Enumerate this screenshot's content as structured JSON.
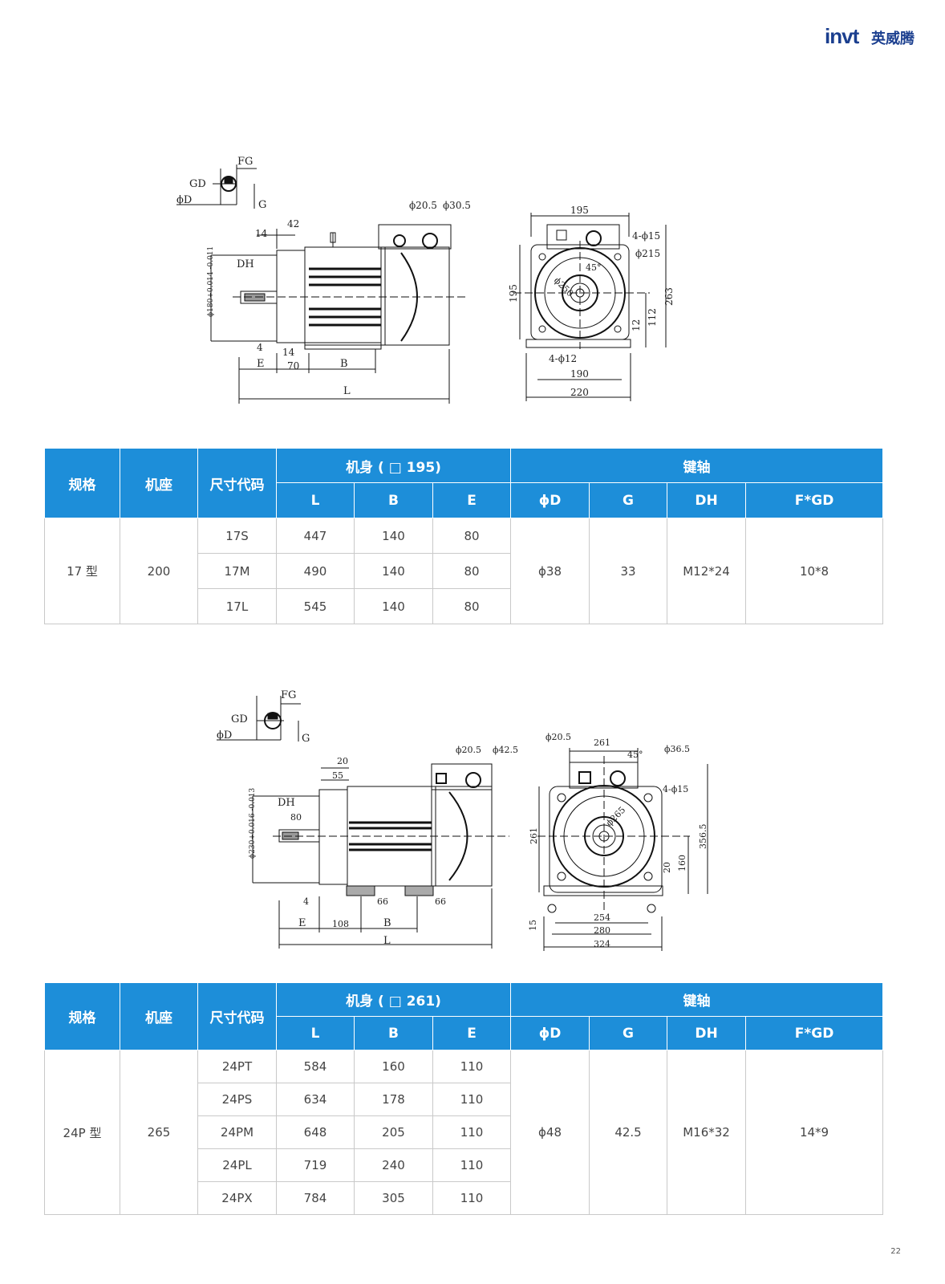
{
  "brand": {
    "latin": "invt",
    "chinese": "英威腾"
  },
  "drawing1": {
    "top_labels": [
      "FG",
      "GD",
      "ϕD",
      "G",
      "ϕ20.5",
      "ϕ30.5",
      "42",
      "14",
      "DH",
      "ϕ180+0.014 -0.011"
    ],
    "dims": {
      "d4": "4",
      "d14": "14",
      "d70": "70",
      "E": "E",
      "B": "B",
      "L": "L"
    },
    "front": {
      "w195": "195",
      "h195": "195",
      "n4phi15": "4-ϕ15",
      "phi215": "ϕ215",
      "phi250": "ϕ250",
      "a45": "45°",
      "h263": "263",
      "h12": "12",
      "h112": "112",
      "n4phi12": "4-ϕ12",
      "w190": "190",
      "w220": "220"
    }
  },
  "table1": {
    "headers": {
      "spec": "规格",
      "frame": "机座",
      "code": "尺寸代码",
      "body": "机身 ( □ 195)",
      "shaft": "键轴"
    },
    "subheaders": [
      "L",
      "B",
      "E",
      "ϕD",
      "G",
      "DH",
      "F*GD"
    ],
    "spec": "17 型",
    "frame": "200",
    "rows": [
      {
        "code": "17S",
        "L": "447",
        "B": "140",
        "E": "80"
      },
      {
        "code": "17M",
        "L": "490",
        "B": "140",
        "E": "80"
      },
      {
        "code": "17L",
        "L": "545",
        "B": "140",
        "E": "80"
      }
    ],
    "shaft": {
      "D": "ϕ38",
      "G": "33",
      "DH": "M12*24",
      "FGD": "10*8"
    }
  },
  "drawing2": {
    "top_labels": [
      "FG",
      "GD",
      "ϕD",
      "G",
      "ϕ20.5",
      "ϕ42.5",
      "20",
      "55",
      "DH",
      "80",
      "ϕ230+0.016 -0.013"
    ],
    "dims": {
      "d4": "4",
      "d66a": "66",
      "d66b": "66",
      "E": "E",
      "d108": "108",
      "B": "B",
      "L": "L"
    },
    "front": {
      "phi205": "ϕ20.5",
      "w261": "261",
      "a45": "45°",
      "phi365": "ϕ36.5",
      "n4phi15": "4-ϕ15",
      "phi265": "ϕ265",
      "h261": "261",
      "h3565": "356.5",
      "h20": "20",
      "h160": "160",
      "h15": "15",
      "w254": "254",
      "w280": "280",
      "w324": "324"
    }
  },
  "table2": {
    "headers": {
      "spec": "规格",
      "frame": "机座",
      "code": "尺寸代码",
      "body": "机身 ( □ 261)",
      "shaft": "键轴"
    },
    "subheaders": [
      "L",
      "B",
      "E",
      "ϕD",
      "G",
      "DH",
      "F*GD"
    ],
    "spec": "24P 型",
    "frame": "265",
    "rows": [
      {
        "code": "24PT",
        "L": "584",
        "B": "160",
        "E": "110"
      },
      {
        "code": "24PS",
        "L": "634",
        "B": "178",
        "E": "110"
      },
      {
        "code": "24PM",
        "L": "648",
        "B": "205",
        "E": "110"
      },
      {
        "code": "24PL",
        "L": "719",
        "B": "240",
        "E": "110"
      },
      {
        "code": "24PX",
        "L": "784",
        "B": "305",
        "E": "110"
      }
    ],
    "shaft": {
      "D": "ϕ48",
      "G": "42.5",
      "DH": "M16*32",
      "FGD": "14*9"
    }
  },
  "page_number": "22",
  "colors": {
    "header_blue": "#1d8ed9",
    "brand_blue": "#1b3f8f",
    "brand_red": "#e60012"
  }
}
